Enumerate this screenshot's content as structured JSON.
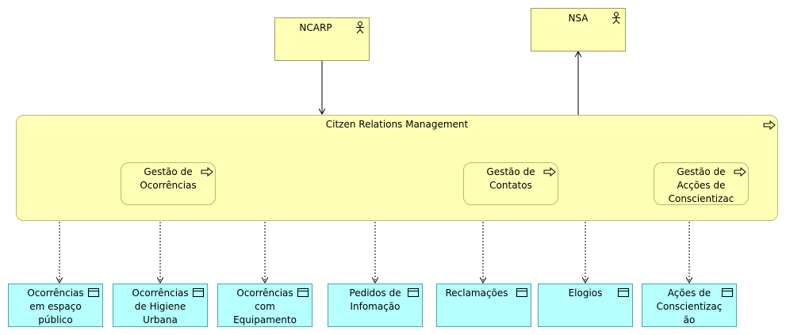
{
  "actors": [
    {
      "id": "ncarp",
      "label": "NCARP",
      "icon": "actor-icon"
    },
    {
      "id": "nsa",
      "label": "NSA",
      "icon": "actor-icon"
    }
  ],
  "main_process": {
    "label": "Citzen Relations Management",
    "icon": "process-arrow-icon"
  },
  "subprocesses": [
    {
      "label": "Gestão de\nOcorrências",
      "icon": "process-arrow-icon"
    },
    {
      "label": "Gestão de\nContatos",
      "icon": "process-arrow-icon"
    },
    {
      "label": "Gestão de\nAcções de\nConscientizac",
      "icon": "process-arrow-icon"
    }
  ],
  "data_objects": [
    {
      "label": "Ocorrências\nem espaço\npúblico",
      "icon": "data-object-icon"
    },
    {
      "label": "Ocorrências\nde Higiene\nUrbana",
      "icon": "data-object-icon"
    },
    {
      "label": "Ocorrências\ncom\nEquipamento",
      "icon": "data-object-icon"
    },
    {
      "label": "Pedidos de\nInfomação",
      "icon": "data-object-icon"
    },
    {
      "label": "Reclamações",
      "icon": "data-object-icon"
    },
    {
      "label": "Elogios",
      "icon": "data-object-icon"
    },
    {
      "label": "Ações de\nConscientizaç\não",
      "icon": "data-object-icon"
    }
  ]
}
